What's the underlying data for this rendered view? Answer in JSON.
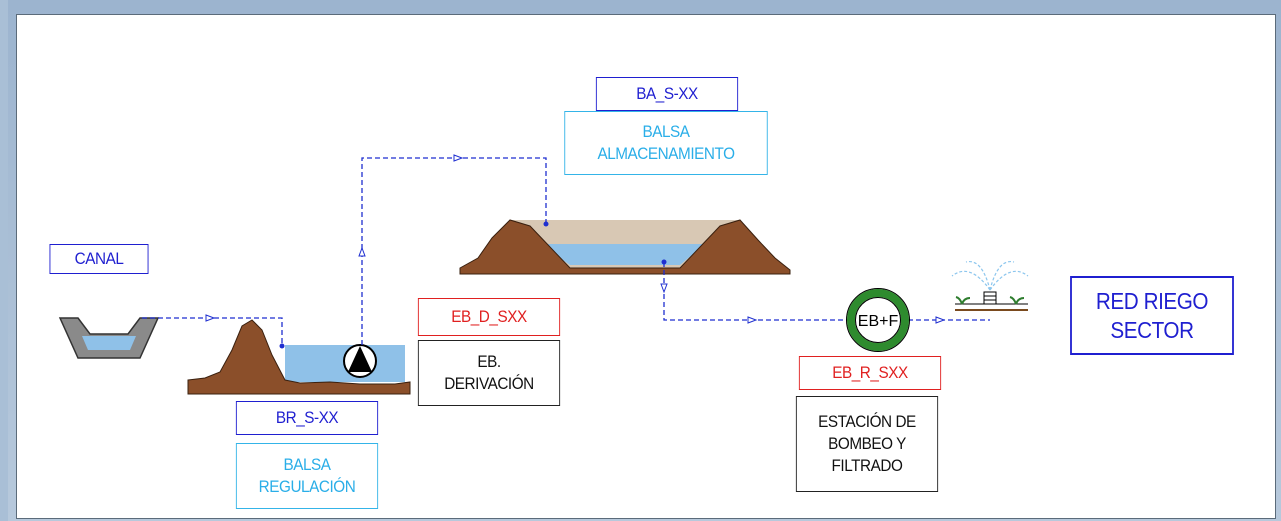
{
  "labels": {
    "canal": "CANAL",
    "br_code": "BR_S-XX",
    "br_name_1": "BALSA",
    "br_name_2": "REGULACIÓN",
    "eb_d_code": "EB_D_SXX",
    "eb_d_name_1": "EB.",
    "eb_d_name_2": "DERIVACIÓN",
    "ba_code": "BA_S-XX",
    "ba_name_1": "BALSA",
    "ba_name_2": "ALMACENAMIENTO",
    "eb_r_code": "EB_R_SXX",
    "eb_r_name_1": "ESTACIÓN DE",
    "eb_r_name_2": "BOMBEO Y",
    "eb_r_name_3": "FILTRADO",
    "pump_station_symbol": "EB+F",
    "red_riego_1": "RED RIEGO",
    "red_riego_2": "SECTOR"
  },
  "colors": {
    "code_border": "#1f1fd0",
    "name_border": "#34b4e8",
    "station_border": "#e02020",
    "water": "#8fc1e8",
    "earth": "#8b4f2a",
    "flow_line": "#1f2fd0",
    "ring": "#2e8b2e"
  }
}
